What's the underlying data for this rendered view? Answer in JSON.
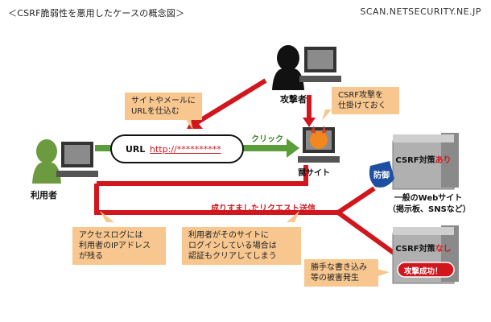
{
  "title": "＜CSRF脆弱性を悪用したケースの概念図＞",
  "site_url": "SCAN.NETSECURITY.NE.JP",
  "attacker": {
    "label": "攻撃者"
  },
  "user": {
    "label": "利用者"
  },
  "trap_site": {
    "label": "罠サイト"
  },
  "url_box": {
    "prefix": "URL",
    "value": "http://**********"
  },
  "click_label": "クリック",
  "spoof_label": "成りすましたリクエスト送信",
  "callouts": {
    "embed": [
      "サイトやメールに",
      "URLを仕込む"
    ],
    "attack_setup": [
      "CSRF攻撃を",
      "仕掛けておく"
    ],
    "access_log": [
      "アクセスログには",
      "利用者のIPアドレス",
      "が残る"
    ],
    "login_auth": [
      "利用者がそのサイトに",
      "ログインしている場合は",
      "認証もクリアしてしまう"
    ],
    "damage": [
      "勝手な書き込み",
      "等の被害発生"
    ]
  },
  "server_protected": {
    "label_prefix": "CSRF対策",
    "label_suffix": "あり",
    "badge": "防御"
  },
  "site_type": [
    "一般のWebサイト",
    "（掲示板、SNSなど）"
  ],
  "server_vulnerable": {
    "label_prefix": "CSRF対策",
    "label_suffix": "なし",
    "badge": "攻撃成功！"
  },
  "colors": {
    "red": "#d2161e",
    "green": "#5a9e3a",
    "callout": "#f7c78f",
    "server": "#9a9a9a",
    "blue_badge": "#1f4fa0"
  }
}
